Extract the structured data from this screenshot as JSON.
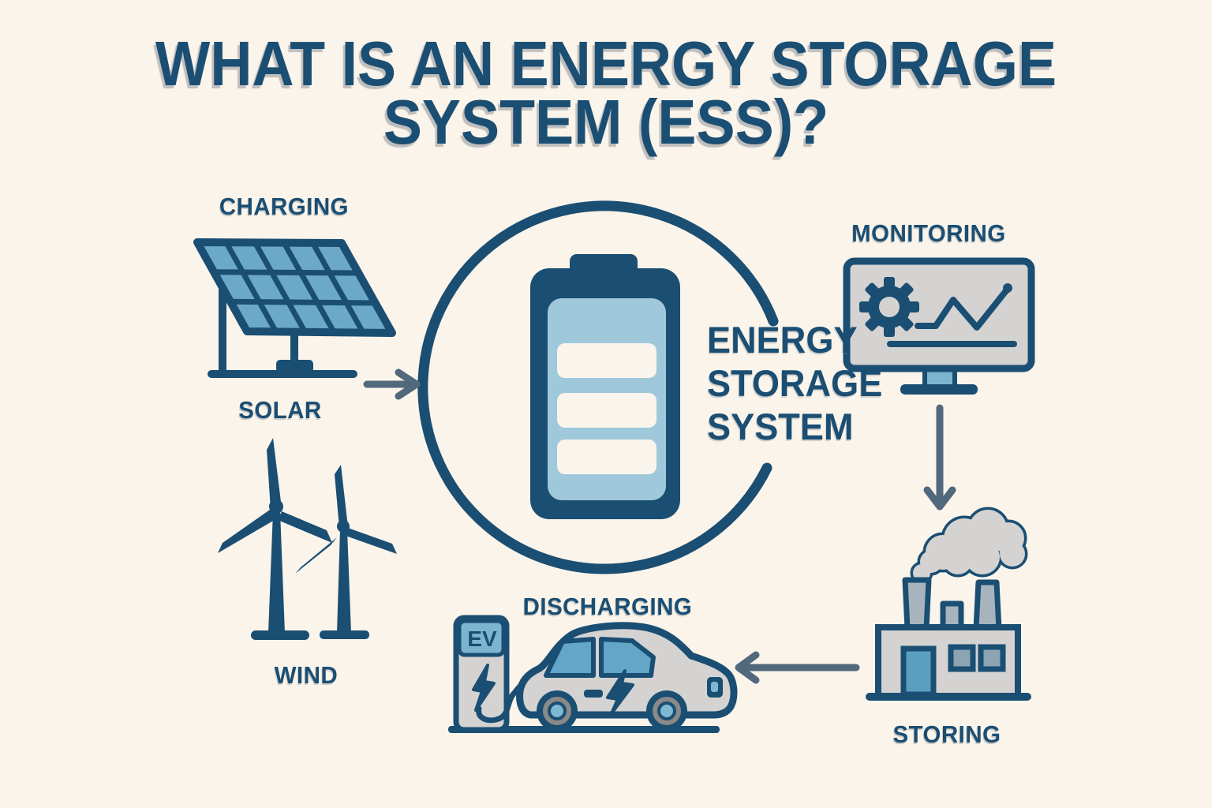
{
  "title": "WHAT IS AN ENERGY STORAGE\nSYSTEM (ESS)?",
  "center": {
    "label": "ENERGY\nSTORAGE\nSYSTEM"
  },
  "nodes": {
    "charging": "CHARGING",
    "solar": "SOLAR",
    "wind": "WIND",
    "monitoring": "MONITORING",
    "storing": "STORING",
    "discharging": "DISCHARGING"
  },
  "ev_station": {
    "label": "EV"
  },
  "icons": [
    "solar-panel-icon",
    "wind-turbines-icon",
    "battery-icon",
    "ess-circle",
    "monitor-icon",
    "gear-icon",
    "chart-line-icon",
    "factory-icon",
    "smoke-cloud-icon",
    "ev-charger-icon",
    "car-icon",
    "arrow-right-icon",
    "arrow-down-icon",
    "arrow-left-icon"
  ],
  "colors": {
    "navy": "#1b4e73",
    "slate": "#51687d",
    "cream": "#faf4ea",
    "cell_blue": "#6ca9c9",
    "light_blue": "#9fc8db",
    "sky_blue": "#7db4d0",
    "window_blue": "#63a6c7",
    "door_blue": "#5b9fc0",
    "gray": "#d4d3d1",
    "chimney_gray": "#a7b4bd",
    "window_gray": "#8da4b2",
    "rim_gray": "#8a8a88",
    "hub_blue": "#7fb8d2",
    "bar_cream": "#f9f4ec"
  }
}
